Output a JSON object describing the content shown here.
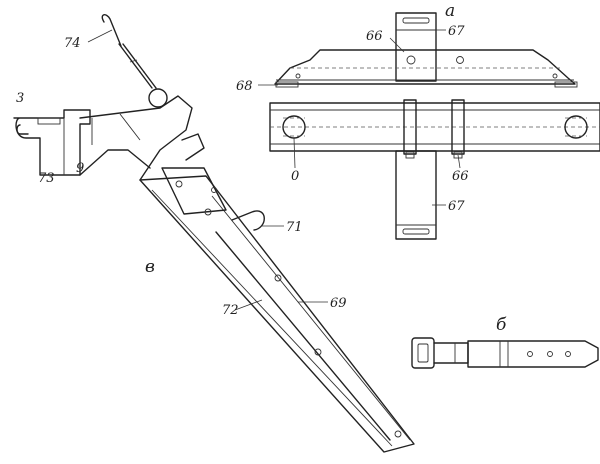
{
  "figure": {
    "panels": {
      "a": "а",
      "b": "б",
      "c": "в"
    },
    "labels": {
      "n66_top": "66",
      "n67_top": "67",
      "n68": "68",
      "n0": "0",
      "n66_bottom": "66",
      "n67_bottom": "67",
      "n74": "74",
      "n3": "3",
      "n73": "73",
      "n9": "9",
      "n71": "71",
      "n72": "72",
      "n69": "69"
    }
  }
}
